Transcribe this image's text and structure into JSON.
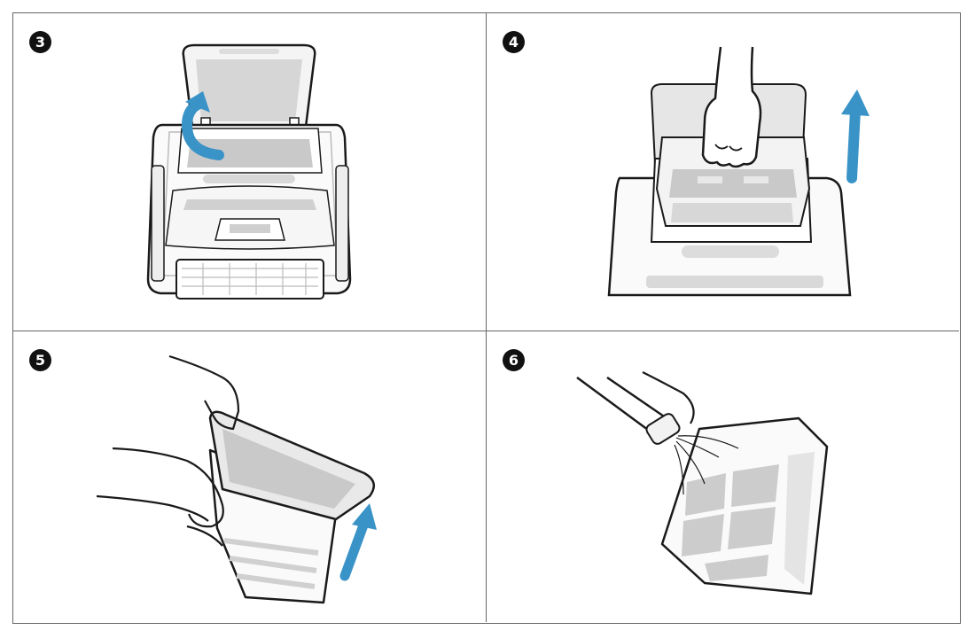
{
  "steps": [
    {
      "number": "3",
      "illustration": "robot-lid-open"
    },
    {
      "number": "4",
      "illustration": "lift-filter-basket"
    },
    {
      "number": "5",
      "illustration": "remove-basket-frame"
    },
    {
      "number": "6",
      "illustration": "hose-rinse-filter"
    }
  ],
  "colors": {
    "arrow": "#3a93c7",
    "line": "#1a1a1a",
    "shade": "#c9c9c9",
    "shade_light": "#e6e6e6",
    "border": "#666666"
  }
}
